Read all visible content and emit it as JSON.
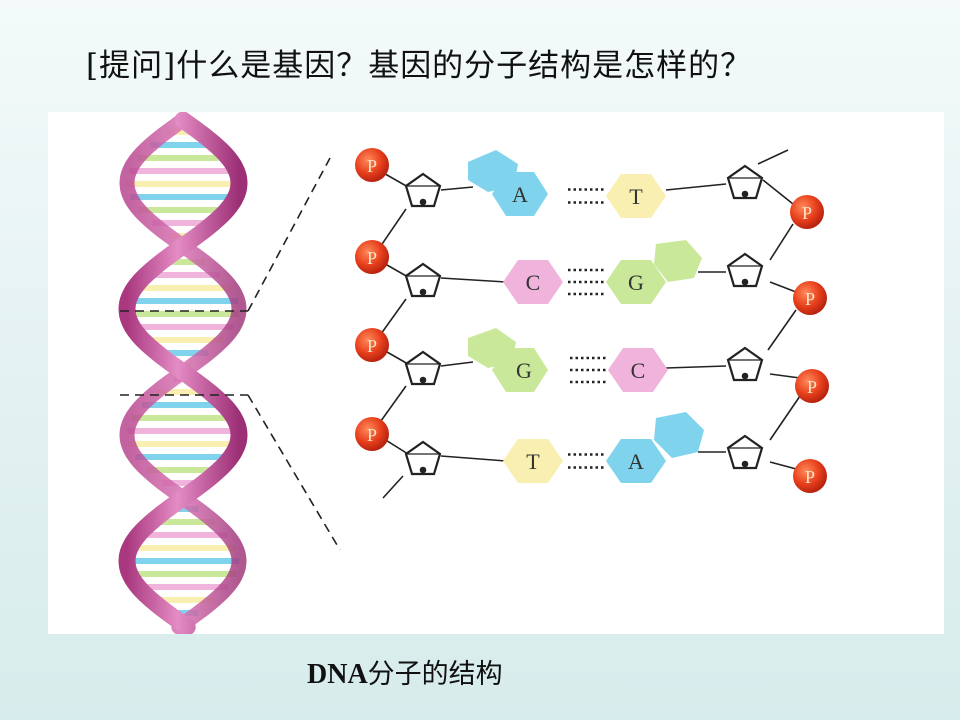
{
  "slide": {
    "title": "[提问]什么是基因？基因的分子结构是怎样的？",
    "caption_latin": "DNA",
    "caption_cjk": "分子的结构"
  },
  "figure": {
    "phosphate_label": "P",
    "pairs": [
      {
        "left": "A",
        "right": "T",
        "bonds": 2
      },
      {
        "left": "C",
        "right": "G",
        "bonds": 3
      },
      {
        "left": "G",
        "right": "C",
        "bonds": 3
      },
      {
        "left": "T",
        "right": "A",
        "bonds": 2
      }
    ],
    "colors": {
      "A": "#7fd3ec",
      "T": "#f8efb0",
      "C": "#f0b4dc",
      "G": "#c9e89a",
      "phosphate": "#e8401c",
      "helix": "#cc5aa6"
    }
  }
}
